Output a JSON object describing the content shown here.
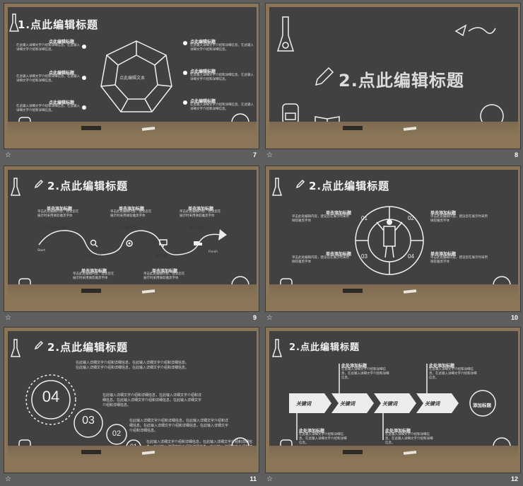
{
  "slides": [
    {
      "number": "7",
      "title": "1.点此编辑标题",
      "center_text": "点此编辑文本",
      "items": [
        {
          "heading": "点此编辑标题",
          "text": "在此输入详细文字介绍和详细信息，在此输入详细文字介绍和详细信息。"
        },
        {
          "heading": "点此编辑标题",
          "text": "在此输入详细文字介绍和详细信息，在此输入详细文字介绍和详细信息。"
        },
        {
          "heading": "点此编辑标题",
          "text": "在此输入详细文字介绍和详细信息，在此输入详细文字介绍和详细信息。"
        },
        {
          "heading": "点此编辑标题",
          "text": "在此输入详细文字介绍和详细信息，在此输入详细文字介绍和详细信息。"
        },
        {
          "heading": "点此编辑标题",
          "text": "在此输入详细文字介绍和详细信息，在此输入详细文字介绍和详细信息。"
        },
        {
          "heading": "点此编辑标题",
          "text": "在此输入详细文字介绍和详细信息，在此输入详细文字介绍和详细信息。"
        }
      ]
    },
    {
      "number": "8",
      "title": "2.点此编辑标题"
    },
    {
      "number": "9",
      "title": "2.点此编辑标题",
      "items": [
        {
          "heading": "单击添加标题",
          "text": "单击此处编辑内容，建议您在展示时采用微软雅黑字体"
        },
        {
          "heading": "单击添加标题",
          "text": "单击此处编辑内容，建议您在展示时采用微软雅黑字体"
        },
        {
          "heading": "单击添加标题",
          "text": "单击此处编辑内容，建议您在展示时采用微软雅黑字体"
        },
        {
          "heading": "单击添加标题",
          "text": "单击此处编辑内容，建议您在展示时采用微软雅黑字体"
        },
        {
          "heading": "单击添加标题",
          "text": "单击此处编辑内容，建议您在展示时采用微软雅黑字体"
        }
      ],
      "labels": [
        "Start",
        "CREATIVE IDEA",
        "RESEARCH",
        "CONCEPT",
        "DESIGN",
        "DELIVERY",
        "Finish"
      ]
    },
    {
      "number": "10",
      "title": "2.点此编辑标题",
      "quadrants": [
        "01",
        "02",
        "03",
        "04"
      ],
      "items": [
        {
          "heading": "单击添加标题",
          "text": "单击此处编辑内容，建议您在展示时采用微软雅黑字体"
        },
        {
          "heading": "单击添加标题",
          "text": "单击此处编辑内容，建议您在展示时采用微软雅黑字体"
        },
        {
          "heading": "单击添加标题",
          "text": "单击此处编辑内容，建议您在展示时采用微软雅黑字体"
        },
        {
          "heading": "单击添加标题",
          "text": "单击此处编辑内容，建议您在展示时采用微软雅黑字体"
        }
      ]
    },
    {
      "number": "11",
      "title": "2.点此编辑标题",
      "circles": [
        "04",
        "03",
        "02",
        "01"
      ],
      "paragraphs": [
        "在此输入详细文字介绍和详细信息，在此输入详细文字介绍和详细信息。在此输入详细文字介绍和详细信息，在此输入详细文字介绍和详细信息。",
        "在此输入详细文字介绍和详细信息，在此输入详细文字介绍和详细信息。在此输入详细文字介绍和详细信息，在此输入详细文字介绍和详细信息。",
        "在此输入详细文字介绍和详细信息，在此输入详细文字介绍和详细信息。在此输入详细文字介绍和详细信息，在此输入详细文字介绍和详细信息。",
        "在此输入详细文字介绍和详细信息，在此输入详细文字介绍和详细信息。在此输入详细文字介绍和详细信息，在此输入详细文字介绍和详细信息。"
      ]
    },
    {
      "number": "12",
      "title": "2.点此编辑标题",
      "arrows": [
        "关键词",
        "关键词",
        "关键词",
        "关键词"
      ],
      "end_circle": "添加标题",
      "items": [
        {
          "heading": "此处添加标题",
          "text": "在此输入详细文字介绍和详细信息，在此输入详细文字介绍和详细信息。"
        },
        {
          "heading": "此处添加标题",
          "text": "在此输入详细文字介绍和详细信息，在此输入详细文字介绍和详细信息。"
        },
        {
          "heading": "此处添加标题",
          "text": "在此输入详细文字介绍和详细信息，在此输入详细文字介绍和详细信息。"
        },
        {
          "heading": "此处添加标题",
          "text": "在此输入详细文字介绍和详细信息，在此输入详细文字介绍和详细信息。"
        }
      ]
    }
  ],
  "star_icon": "☆"
}
